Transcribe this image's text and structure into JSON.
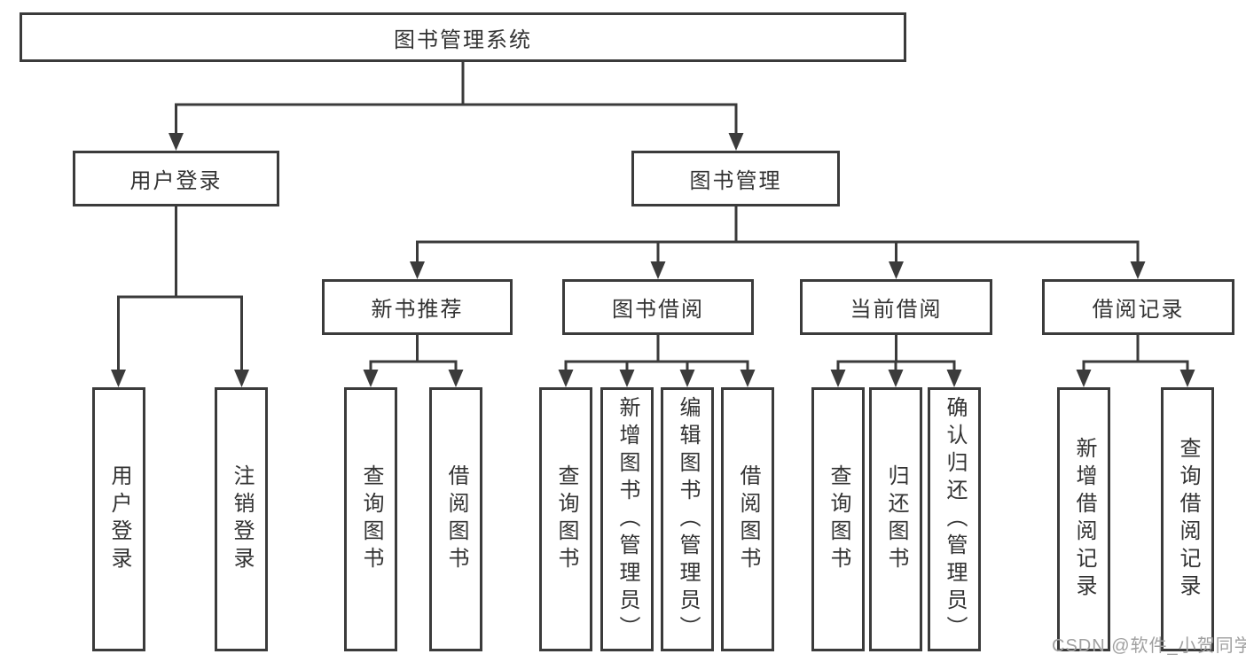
{
  "diagram": {
    "root": {
      "label": "图书管理系统"
    },
    "branches": [
      {
        "label": "用户登录",
        "children": [
          {
            "label": "用户登录"
          },
          {
            "label": "注销登录"
          }
        ]
      },
      {
        "label": "图书管理",
        "children": [
          {
            "label": "新书推荐",
            "children": [
              {
                "label": "查询图书"
              },
              {
                "label": "借阅图书"
              }
            ]
          },
          {
            "label": "图书借阅",
            "children": [
              {
                "label": "查询图书"
              },
              {
                "label": "新增图书（管理员）"
              },
              {
                "label": "编辑图书（管理员）"
              },
              {
                "label": "借阅图书"
              }
            ]
          },
          {
            "label": "当前借阅",
            "children": [
              {
                "label": "查询图书"
              },
              {
                "label": "归还图书"
              },
              {
                "label": "确认归还（管理员）"
              }
            ]
          },
          {
            "label": "借阅记录",
            "children": [
              {
                "label": "新增借阅记录"
              },
              {
                "label": "查询借阅记录"
              }
            ]
          }
        ]
      }
    ]
  },
  "watermark": {
    "text": "CSDN @软件_小贺同学"
  },
  "colors": {
    "line": "#3b3b3b",
    "text": "#333333",
    "background": "#ffffff",
    "watermark": "#a0a0a0"
  }
}
